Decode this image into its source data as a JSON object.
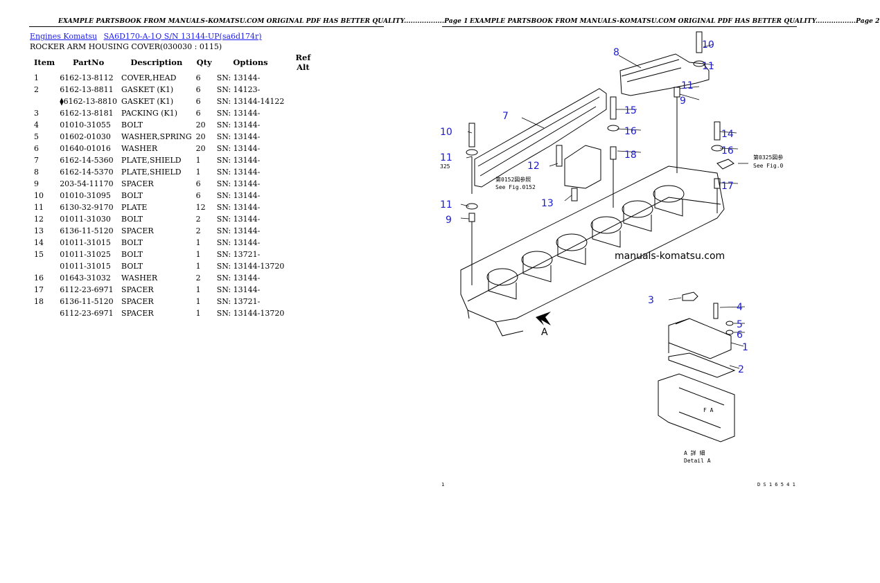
{
  "left_page": {
    "header": "EXAMPLE PARTSBOOK FROM MANUALS-KOMATSU.COM ORIGINAL PDF HAS BETTER QUALITY..................Page 1",
    "breadcrumbs": [
      "Engines Komatsu",
      "SA6D170-A-1Q S/N 13144-UP(sa6d174r)"
    ],
    "title": "ROCKER ARM HOUSING COVER(030030 : 0115)",
    "columns": [
      "Item",
      "PartNo",
      "Description",
      "Qty",
      "Options",
      "Ref Alt"
    ],
    "rows": [
      {
        "item": "1",
        "part": "6162-13-8112",
        "desc": "COVER,HEAD",
        "qty": "6",
        "opt": "SN: 13144-"
      },
      {
        "item": "2",
        "part": "6162-13-8811",
        "desc": "GASKET (K1)",
        "qty": "6",
        "opt": "SN: 14123-"
      },
      {
        "item": "",
        "part": "⧫6162-13-8810",
        "desc": "GASKET (K1)",
        "qty": "6",
        "opt": "SN: 13144-14122"
      },
      {
        "item": "3",
        "part": "6162-13-8181",
        "desc": "PACKING (K1)",
        "qty": "6",
        "opt": "SN: 13144-"
      },
      {
        "item": "4",
        "part": "01010-31055",
        "desc": "BOLT",
        "qty": "20",
        "opt": "SN: 13144-"
      },
      {
        "item": "5",
        "part": "01602-01030",
        "desc": "WASHER,SPRING",
        "qty": "20",
        "opt": "SN: 13144-"
      },
      {
        "item": "6",
        "part": "01640-01016",
        "desc": "WASHER",
        "qty": "20",
        "opt": "SN: 13144-"
      },
      {
        "item": "7",
        "part": "6162-14-5360",
        "desc": "PLATE,SHIELD",
        "qty": "1",
        "opt": "SN: 13144-"
      },
      {
        "item": "8",
        "part": "6162-14-5370",
        "desc": "PLATE,SHIELD",
        "qty": "1",
        "opt": "SN: 13144-"
      },
      {
        "item": "9",
        "part": "203-54-11170",
        "desc": "SPACER",
        "qty": "6",
        "opt": "SN: 13144-"
      },
      {
        "item": "10",
        "part": "01010-31095",
        "desc": "BOLT",
        "qty": "6",
        "opt": "SN: 13144-"
      },
      {
        "item": "11",
        "part": "6130-32-9170",
        "desc": "PLATE",
        "qty": "12",
        "opt": "SN: 13144-"
      },
      {
        "item": "12",
        "part": "01011-31030",
        "desc": "BOLT",
        "qty": "2",
        "opt": "SN: 13144-"
      },
      {
        "item": "13",
        "part": "6136-11-5120",
        "desc": "SPACER",
        "qty": "2",
        "opt": "SN: 13144-"
      },
      {
        "item": "14",
        "part": "01011-31015",
        "desc": "BOLT",
        "qty": "1",
        "opt": "SN: 13144-"
      },
      {
        "item": "15",
        "part": "01011-31025",
        "desc": "BOLT",
        "qty": "1",
        "opt": "SN: 13721-"
      },
      {
        "item": "",
        "part": "01011-31015",
        "desc": "BOLT",
        "qty": "1",
        "opt": "SN: 13144-13720"
      },
      {
        "item": "16",
        "part": "01643-31032",
        "desc": "WASHER",
        "qty": "2",
        "opt": "SN: 13144-"
      },
      {
        "item": "17",
        "part": "6112-23-6971",
        "desc": "SPACER",
        "qty": "1",
        "opt": "SN: 13144-"
      },
      {
        "item": "18",
        "part": "6136-11-5120",
        "desc": "SPACER",
        "qty": "1",
        "opt": "SN: 13721-"
      },
      {
        "item": "",
        "part": "6112-23-6971",
        "desc": "SPACER",
        "qty": "1",
        "opt": "SN: 13144-13720"
      }
    ]
  },
  "right_page": {
    "header": "EXAMPLE PARTSBOOK FROM MANUALS-KOMATSU.COM ORIGINAL PDF HAS BETTER QUALITY..................Page 2",
    "watermark": "manuals-komatsu.com",
    "callouts": {
      "c1": "1",
      "c2": "2",
      "c3": "3",
      "c4": "4",
      "c5": "5",
      "c6": "6",
      "c7": "7",
      "c8": "8",
      "c9a": "9",
      "c9b": "9",
      "c10a": "10",
      "c10b": "10",
      "c11a": "11",
      "c11b": "11",
      "c11c": "11",
      "c11d": "11",
      "c12": "12",
      "c13": "13",
      "c14": "14",
      "c15": "15",
      "c16a": "16",
      "c16b": "16",
      "c17": "17",
      "c18": "18",
      "cA": "A"
    },
    "notes": {
      "see0152_jp": "第0152図参照",
      "see0152_en": "See Fig.0152",
      "see0325_jp": "第0325図参",
      "see0325_en": "See Fig.0",
      "left_ref": "325",
      "detail_jp": "A 詳 細",
      "detail_en": "Detail A",
      "fa": "F A",
      "foot_left": "1",
      "foot_right": "D S 1 6 5 4 1"
    }
  }
}
